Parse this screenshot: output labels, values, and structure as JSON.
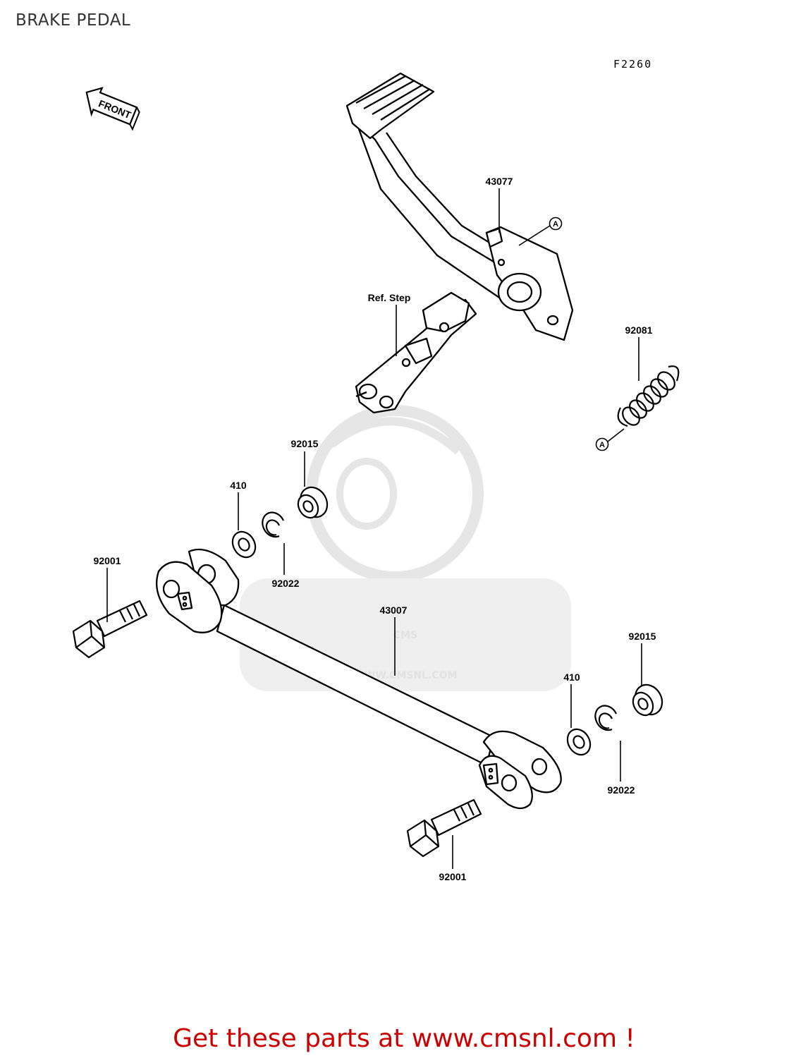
{
  "page": {
    "title": "BRAKE PEDAL",
    "diagram_code": "F2260",
    "front_label": "FRONT"
  },
  "parts": {
    "pedal": "43077",
    "ref_step": "Ref. Step",
    "return_spring": "92081",
    "collar_upper": "92015",
    "washer_upper": "410",
    "snap_ring_upper": "92022",
    "bolt_upper": "92001",
    "rod": "43007",
    "collar_lower": "92015",
    "washer_lower": "410",
    "snap_ring_lower": "92022",
    "bolt_lower": "92001",
    "marker_a_top": "A",
    "marker_a_bottom": "A"
  },
  "watermark": {
    "brand": "CMS",
    "url": "WWW.CMSNL.COM"
  },
  "footer": {
    "link_text": "Get these parts at www.cmsnl.com !"
  },
  "colors": {
    "line": "#000000",
    "watermark": "#e2e2e2",
    "footer": "#cc0000"
  }
}
